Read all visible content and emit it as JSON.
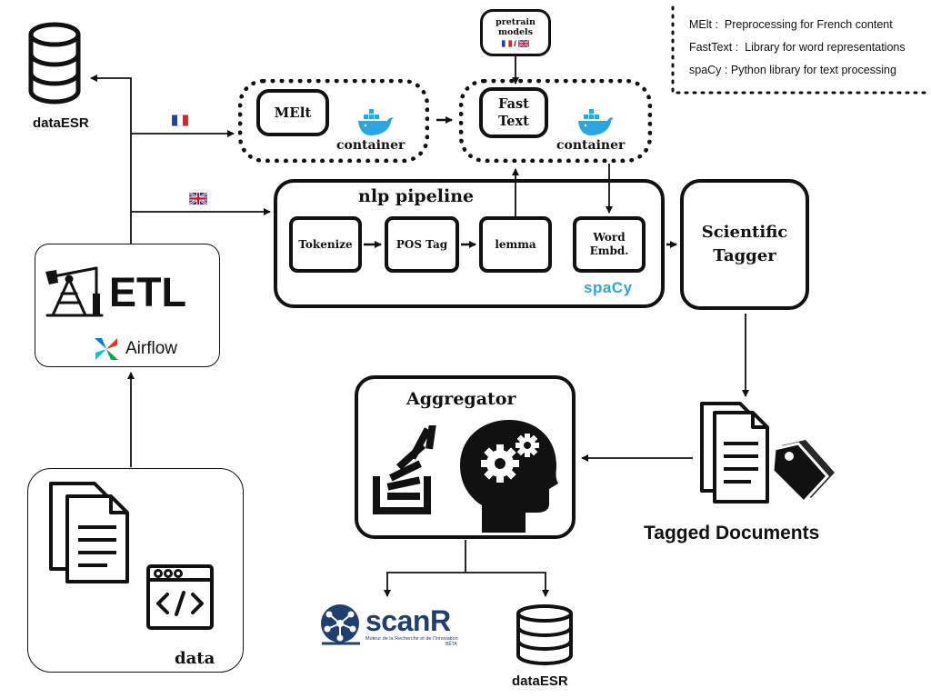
{
  "legend": [
    {
      "key": "MElt :",
      "desc": "Preprocessing for French content"
    },
    {
      "key": "FastText :",
      "desc": "Library for word representations"
    },
    {
      "key": "spaCy :",
      "desc": "Python library for text processing"
    }
  ],
  "db_top": {
    "label": "dataESR"
  },
  "db_bottom": {
    "label": "dataESR"
  },
  "pretrain": {
    "line1": "pretrain",
    "line2": "models"
  },
  "melt": {
    "label": "MElt",
    "container": "container"
  },
  "fasttext": {
    "line1": "Fast",
    "line2": "Text",
    "container": "container"
  },
  "nlp": {
    "title": "nlp pipeline",
    "steps": [
      "Tokenize",
      "POS Tag",
      "lemma"
    ],
    "embd_line1": "Word",
    "embd_line2": "Embd.",
    "spacy": "spaCy"
  },
  "tagger": {
    "line1": "Scientific",
    "line2": "Tagger"
  },
  "etl": {
    "title": "ETL",
    "tool": "Airflow"
  },
  "data": {
    "label": "data"
  },
  "aggregator": {
    "title": "Aggregator"
  },
  "tagged_docs": {
    "label": "Tagged Documents"
  },
  "scanr": {
    "name": "scanR",
    "sub": "Moteur de la Recherche et de l'Innovation",
    "badge": "BÊTA"
  },
  "colors": {
    "accent": "#1b6fd1",
    "scanr_blue": "#1f3f6e",
    "docker_blue": "#2aa7e0",
    "airflow_teal": "#00b7c3",
    "airflow_red": "#e43921"
  },
  "icons": [
    "database-icon",
    "oil-pump-icon",
    "airflow-icon",
    "document-icon",
    "code-window-icon",
    "docker-whale-icon",
    "french-flag-icon",
    "uk-flag-icon",
    "brain-gears-icon",
    "stack-icon",
    "tag-icon",
    "scanr-logo"
  ]
}
